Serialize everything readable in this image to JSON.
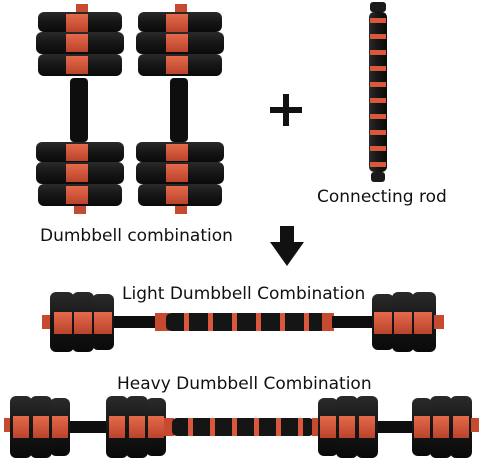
{
  "captions": {
    "dumbbell_combination": "Dumbbell combination",
    "connecting_rod": "Connecting rod",
    "light_combination": "Light Dumbbell Combination",
    "heavy_combination": "Heavy Dumbbell Combination"
  },
  "symbols": {
    "plus": "+",
    "arrow": "down-arrow-icon"
  },
  "colors": {
    "plate_black": "#151515",
    "plate_edge": "#2b2b2b",
    "accent_red": "#d9573b",
    "handle_black": "#0e0e0e"
  }
}
